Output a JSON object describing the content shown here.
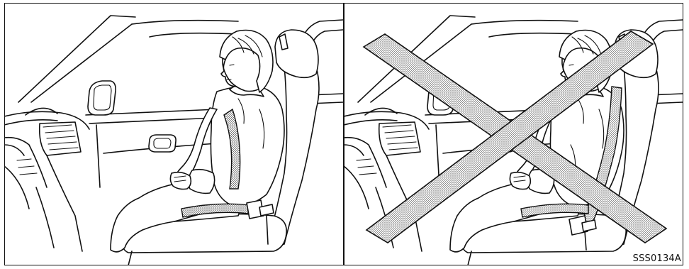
{
  "figure": {
    "code": "SSS0134A",
    "panels": [
      {
        "id": "correct",
        "marked_prohibited": false
      },
      {
        "id": "incorrect",
        "marked_prohibited": true
      }
    ],
    "colors": {
      "line": "#111111",
      "background": "#ffffff",
      "shading": "#888888"
    }
  }
}
